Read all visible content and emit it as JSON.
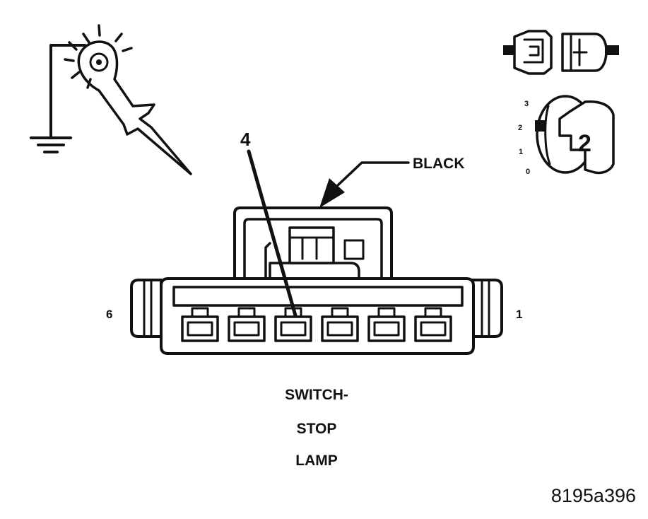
{
  "labels": {
    "pin_probe": "4",
    "wire_color": "BLACK",
    "pin_left": "6",
    "pin_right": "1",
    "component_line1": "SWITCH-",
    "component_line2": "STOP",
    "component_line3": "LAMP",
    "figure_id": "8195a396"
  },
  "ignition_switch": {
    "position_labels": [
      "3",
      "2",
      "1",
      "0"
    ],
    "selected_position": "2"
  },
  "icons": {
    "test_light": "test-light-probe-icon",
    "ground": "ground-symbol-icon",
    "connector_disconnect": "connector-disconnect-icon",
    "ignition_key": "ignition-key-icon"
  },
  "colors": {
    "line": "#111111",
    "background": "#ffffff"
  }
}
